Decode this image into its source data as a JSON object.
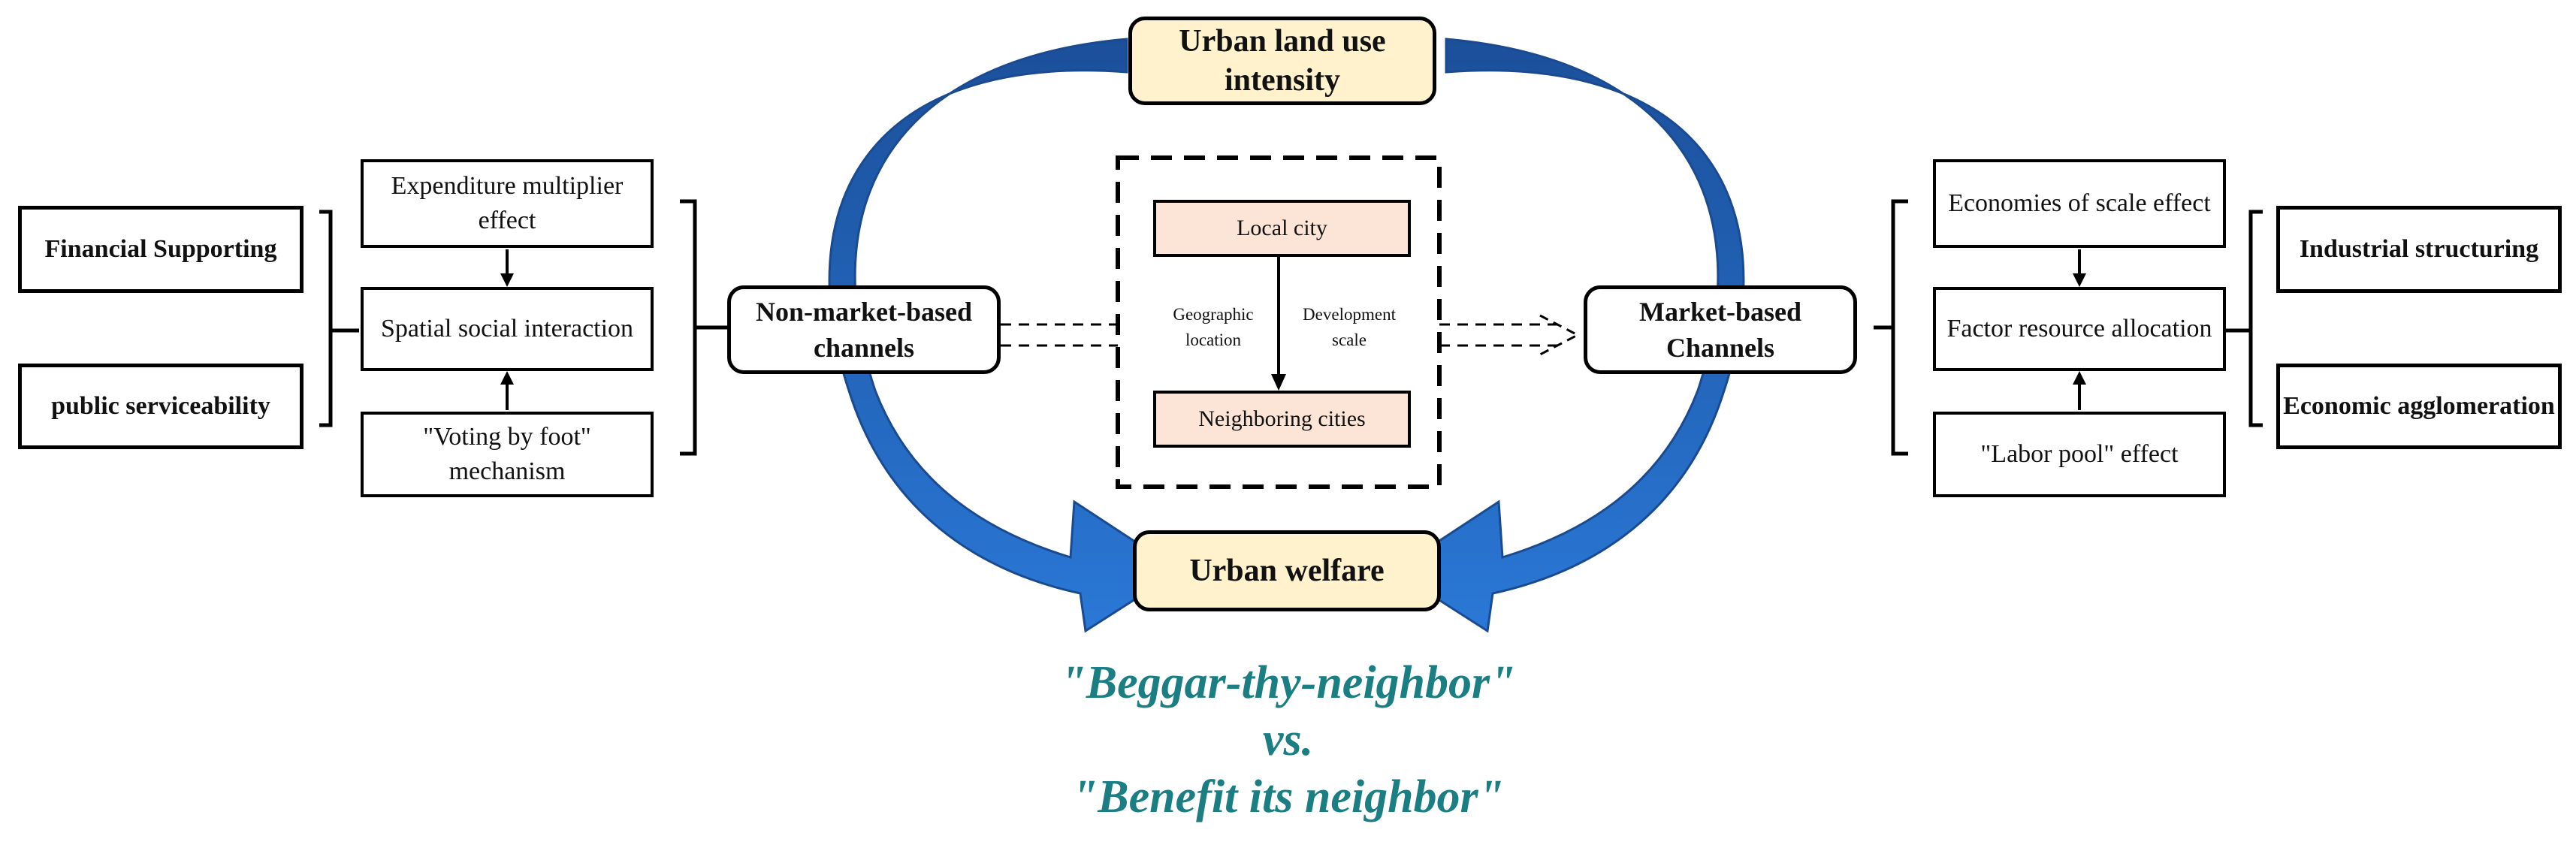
{
  "center": {
    "top": "Urban land use intensity",
    "bottom": "Urban welfare",
    "local_city": "Local city",
    "neighboring_cities": "Neighboring cities",
    "geographic_location": "Geographic location",
    "development_scale": "Development scale"
  },
  "left": {
    "channel": "Non-market-based channels",
    "mechanisms": [
      "Expenditure multiplier effect",
      "Spatial social interaction",
      "\"Voting by foot\" mechanism"
    ],
    "outcomes": [
      "Financial Supporting",
      "public serviceability"
    ]
  },
  "right": {
    "channel": "Market-based Channels",
    "mechanisms": [
      "Economies of scale effect",
      "Factor resource allocation",
      "\"Labor pool\" effect"
    ],
    "outcomes": [
      "Industrial structuring",
      "Economic agglomeration"
    ]
  },
  "slogan": {
    "line1": "\"Beggar-thy-neighbor\"",
    "line2": "vs.",
    "line3": "\"Benefit its neighbor\""
  },
  "colors": {
    "arrow_blue": "#1f5fb4",
    "slogan_teal": "#1a7e82",
    "yellow_fill": "#fff2cc",
    "peach_fill": "#fce4d6"
  }
}
